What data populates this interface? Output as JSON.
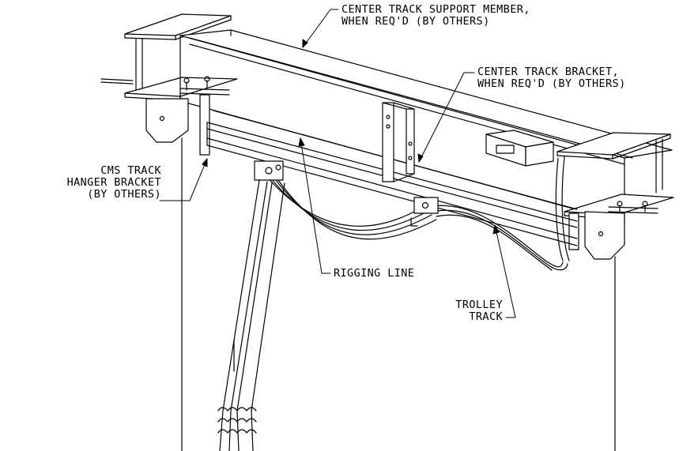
{
  "callouts": {
    "support_member": [
      "CENTER TRACK SUPPORT MEMBER,",
      "WHEN REQ'D (BY OTHERS)"
    ],
    "center_bracket": [
      "CENTER TRACK BRACKET,",
      "WHEN REQ'D (BY OTHERS)"
    ],
    "hanger_bracket": [
      "CMS TRACK",
      "HANGER BRACKET",
      "(BY OTHERS)"
    ],
    "rigging_line": [
      "RIGGING LINE"
    ],
    "trolley_track": [
      "TROLLEY",
      "TRACK"
    ]
  },
  "colors": {
    "line": "#000000",
    "background": "#ffffff"
  }
}
